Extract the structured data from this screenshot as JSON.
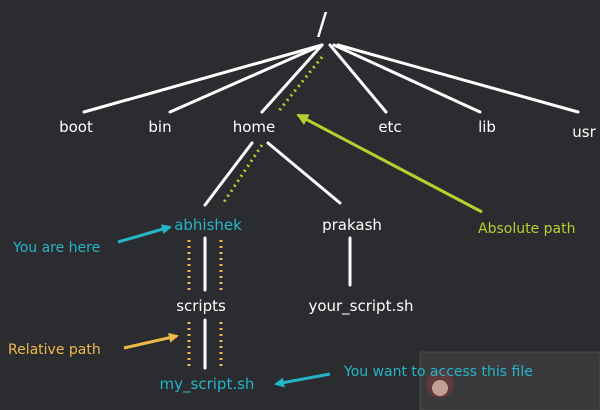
{
  "tree": {
    "root": "/",
    "level1": [
      "boot",
      "bin",
      "home",
      "etc",
      "lib",
      "usr"
    ],
    "home_children": [
      "abhishek",
      "prakash"
    ],
    "abhishek_child": "scripts",
    "scripts_child": "my_script.sh",
    "prakash_child": "your_script.sh"
  },
  "annotations": {
    "you_are_here": "You are here",
    "relative_path": "Relative path",
    "absolute_path": "Absolute path",
    "target_file": "You want to access this file"
  },
  "colors": {
    "background": "#2b2c2f",
    "line": "#ffffff",
    "highlight": "#25b5c8",
    "relative": "#f0b84a",
    "absolute": "#b4d12f"
  }
}
